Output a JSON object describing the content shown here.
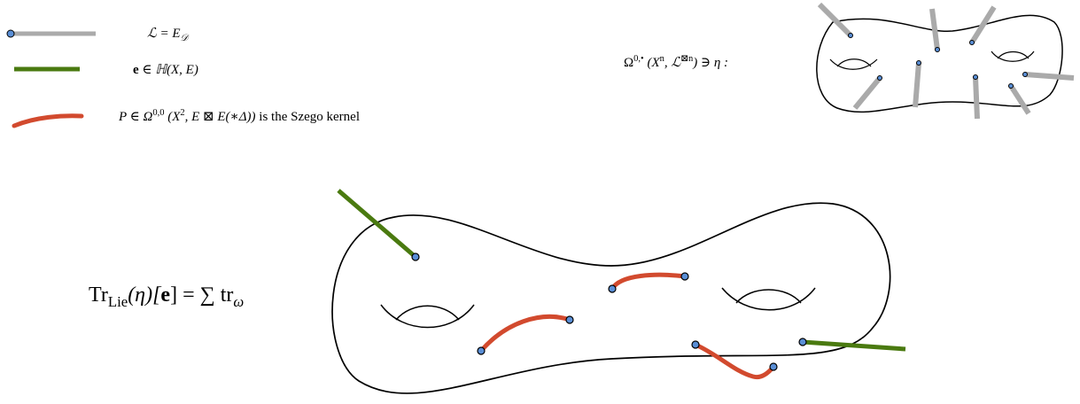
{
  "legend": {
    "gray_line": {
      "math": "ℒ = E",
      "sub": "𝒟"
    },
    "green_line": {
      "bold": "e",
      "math": " ∈ ℍ(X, E)"
    },
    "red_line": {
      "math": "P ∈ Ω",
      "sup": "0,0",
      "rest": " (X",
      "sup2": "2",
      "rest2": ", E ⊠ E(∗Δ))",
      "text": " is the Szego kernel"
    }
  },
  "top_right": {
    "label_pre": "Ω",
    "label_sup": "0,•",
    "label_mid": " (X",
    "label_sup2": "n",
    "label_mid2": ", ℒ",
    "label_sup3": "⊠n",
    "label_end": ") ∋ η :"
  },
  "main_formula": {
    "pre": "Tr",
    "sub": "Lie",
    "mid": "(η)[",
    "bold": "e",
    "end": "] = ∑ tr",
    "sub2": "ω"
  },
  "colors": {
    "gray": "#aaaaaa",
    "green": "#4a7a10",
    "red": "#d24a2e",
    "dot": "#5a8fd6"
  }
}
